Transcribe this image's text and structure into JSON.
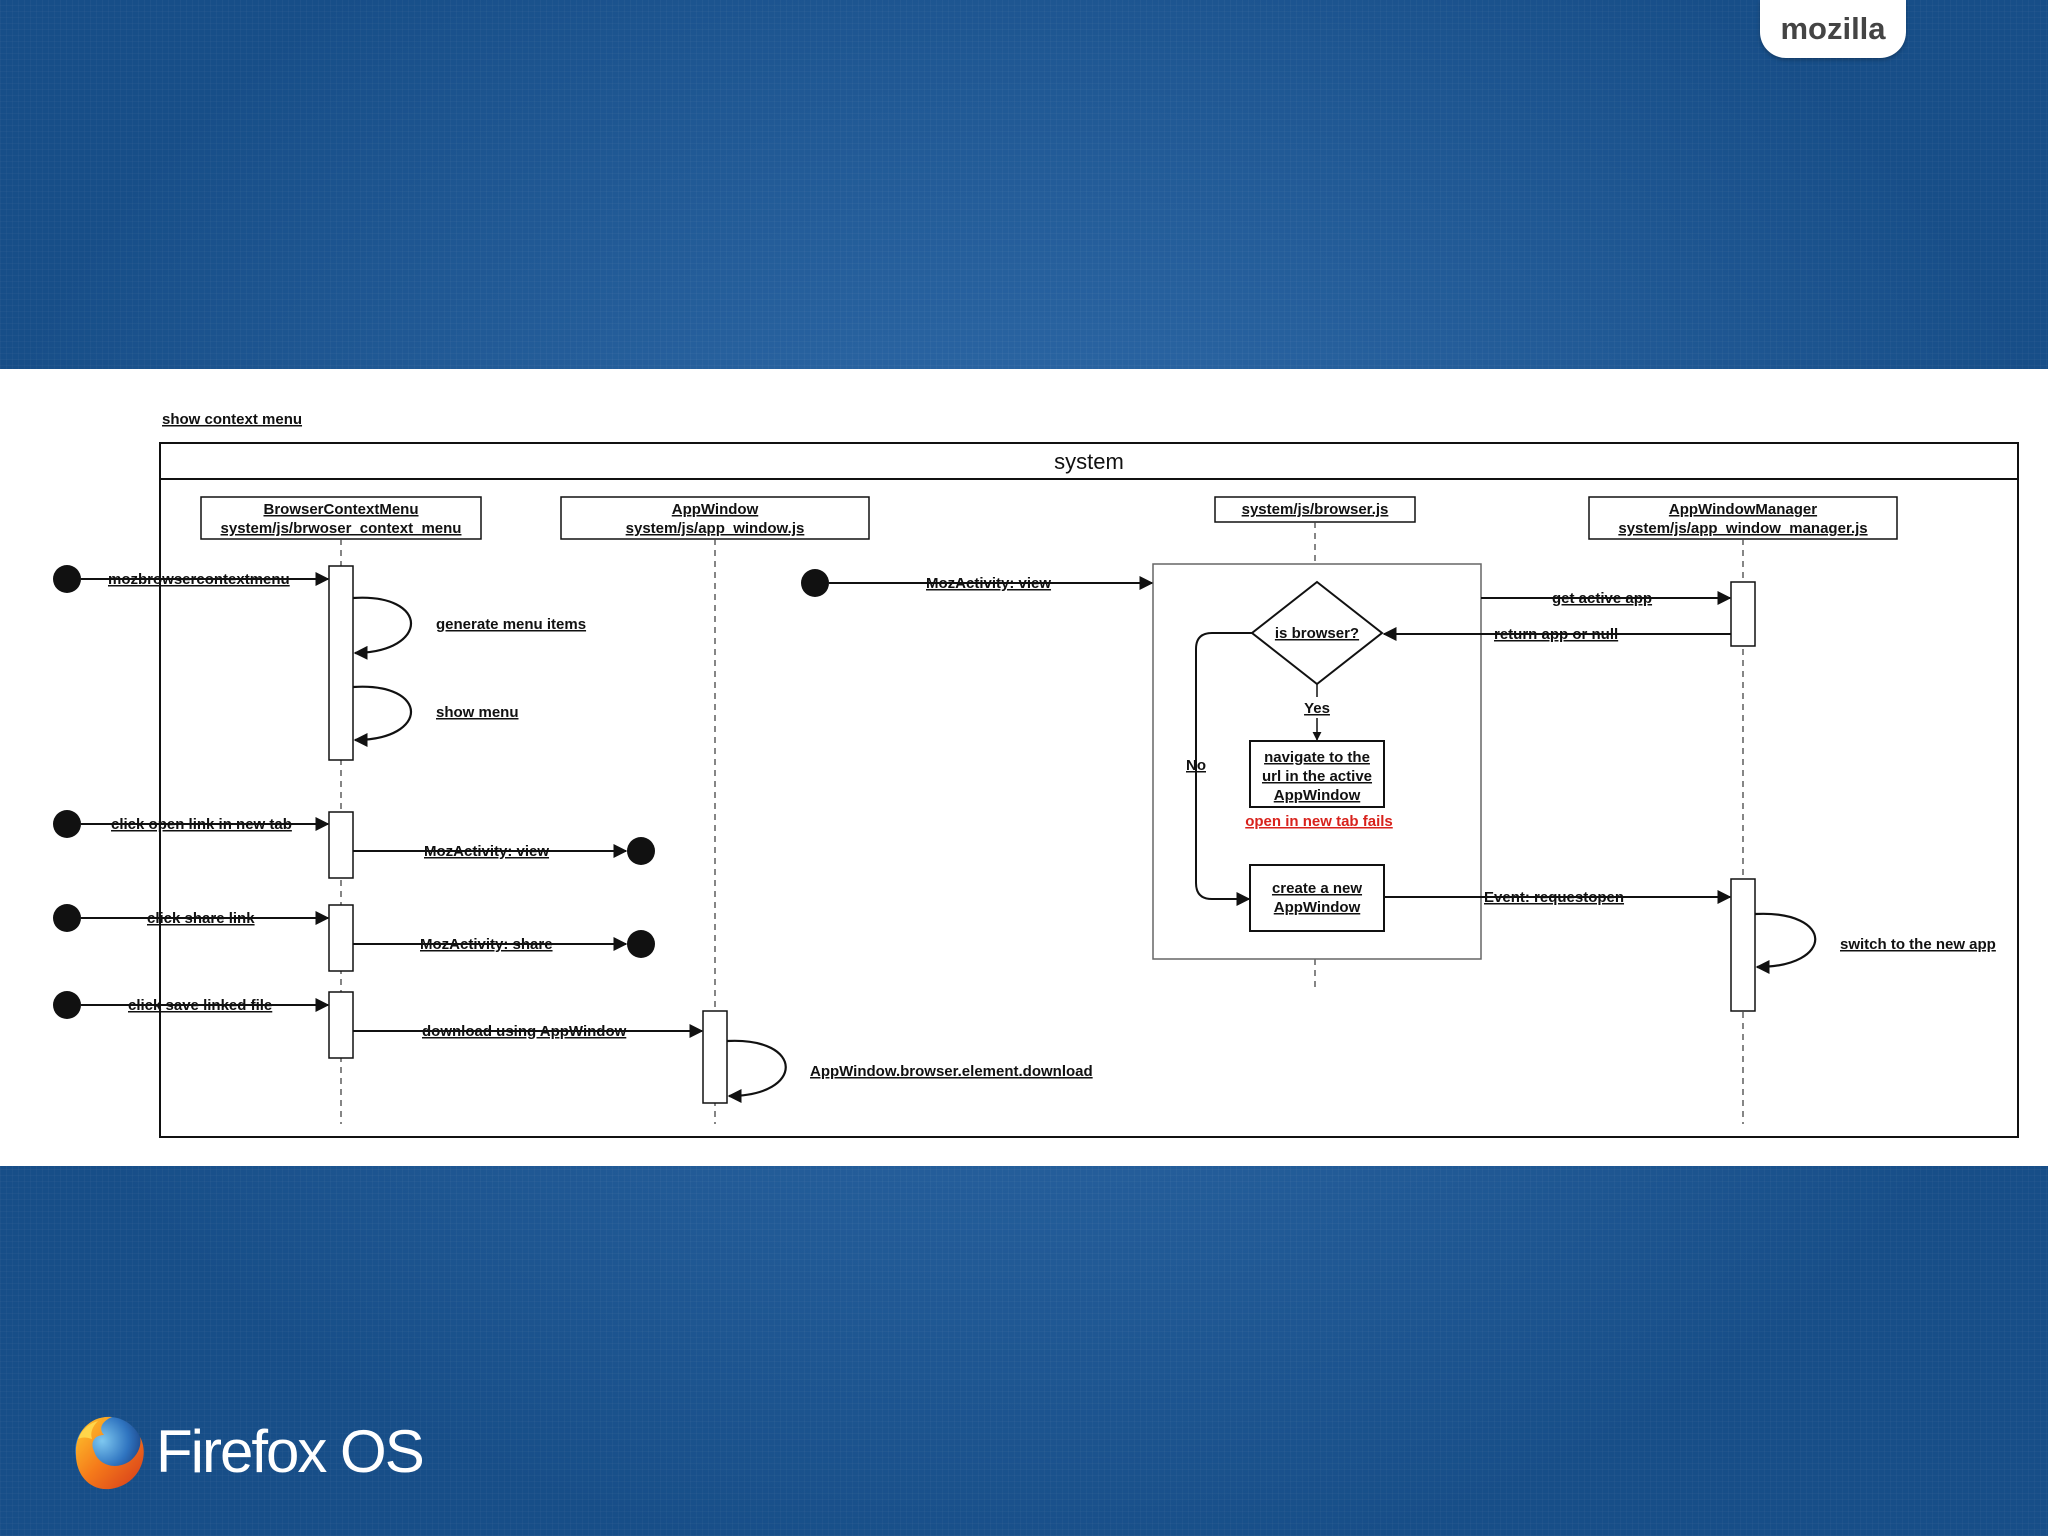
{
  "brand": {
    "tab_label": "mozilla",
    "footer_label": "Firefox OS"
  },
  "diagram": {
    "heading": "show context menu",
    "frame_title": "system",
    "lifelines": {
      "browser_context_menu": [
        "BrowserContextMenu",
        "system/js/brwoser_context_menu"
      ],
      "app_window": [
        "AppWindow",
        "system/js/app_window.js"
      ],
      "browser_js": [
        "system/js/browser.js"
      ],
      "app_window_manager": [
        "AppWindowManager",
        "system/js/app_window_manager.js"
      ]
    },
    "messages": {
      "mozbrowsercontextmenu": "mozbrowsercontextmenu",
      "generate_menu_items": "generate menu items",
      "show_menu": "show menu",
      "click_open_link": "click open link in new tab",
      "mozactivity_view_1": "MozActivity: view",
      "click_share_link": "click share link",
      "mozactivity_share": "MozActivity: share",
      "click_save_linked_file": "click save linked file",
      "download_using_appwindow": "download using AppWindow",
      "appwindow_browser_download": "AppWindow.browser.element.download",
      "mozactivity_view_2": "MozActivity: view",
      "get_active_app": "get active app",
      "return_app_or_null": "return app or null",
      "event_requestopen": "Event: requestopen",
      "switch_to_new_app": "switch to the new app"
    },
    "flow": {
      "decision": "is browser?",
      "yes": "Yes",
      "no": "No",
      "navigate": [
        "navigate to the",
        "url in the active",
        "AppWindow"
      ],
      "note_fail": "open in new tab fails",
      "create": [
        "create a new",
        "AppWindow"
      ]
    }
  },
  "colors": {
    "fail_note": "#d8221c",
    "ink": "#111111"
  }
}
